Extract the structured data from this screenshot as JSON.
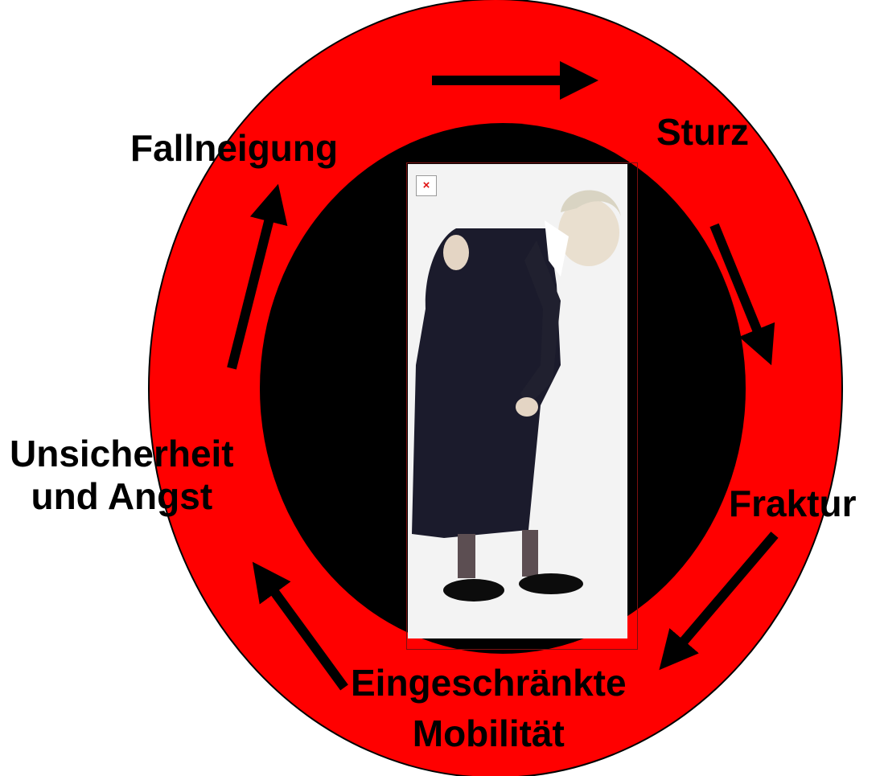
{
  "diagram": {
    "nodes": {
      "fallneigung": "Fallneigung",
      "sturz": "Sturz",
      "fraktur": "Fraktur",
      "mobilitaet_line1": "Eingeschränkte",
      "mobilitaet_line2": "Mobilität",
      "unsicherheit_line1": "Unsicherheit",
      "unsicherheit_line2": "und Angst"
    },
    "colors": {
      "ring": "#ff0000",
      "center": "#000000",
      "arrows": "#000000",
      "text": "#000000"
    },
    "photo": {
      "broken_image_icon": "×"
    }
  }
}
